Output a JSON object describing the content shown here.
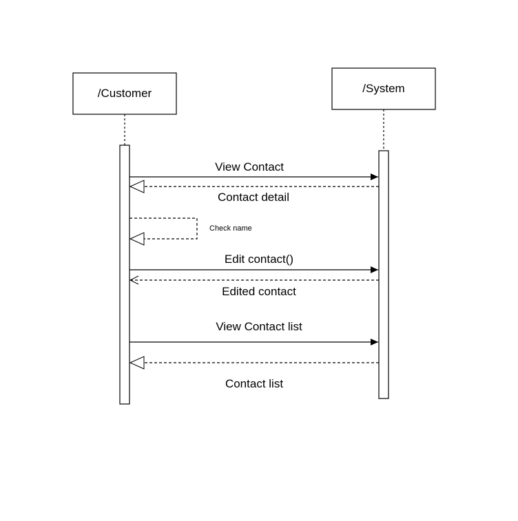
{
  "participants": {
    "customer": {
      "name": "/Customer"
    },
    "system": {
      "name": "/System"
    }
  },
  "messages": {
    "view_contact": "View Contact",
    "contact_detail": "Contact detail",
    "check_name": "Check name",
    "edit_contact": "Edit contact()",
    "edited_contact": "Edited contact",
    "view_contact_list": "View Contact list",
    "contact_list": "Contact list"
  }
}
